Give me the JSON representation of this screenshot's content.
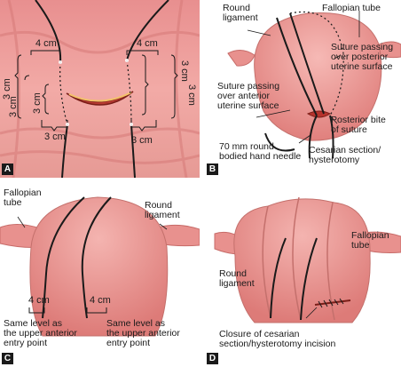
{
  "panels": {
    "a": {
      "badge": "A",
      "dims": {
        "top_left": "4 cm",
        "top_right": "4 cm",
        "left_outer": "3 cm",
        "left_inner_upper": "3 cm",
        "left_inner_lower": "3 cm",
        "right_outer": "3 cm",
        "right_inner_upper": "3 cm",
        "bottom_left": "3 cm",
        "bottom_right": "3 cm"
      }
    },
    "b": {
      "badge": "B",
      "labels": {
        "round_ligament": "Round\nligament",
        "fallopian_tube": "Fallopian tube",
        "suture_posterior": "Suture passing\nover posterior\nuterine surface",
        "suture_anterior": "Suture passing\nover anterior\nuterine surface",
        "posterior_bite": "Posterior bite\nof suture",
        "needle": "70 mm round\nbodied hand needle",
        "cesarean": "Cesarian section/\nhysterotomy"
      }
    },
    "c": {
      "badge": "C",
      "labels": {
        "fallopian_tube": "Fallopian\ntube",
        "round_ligament": "Round\nligament",
        "dim_left": "4 cm",
        "dim_right": "4 cm",
        "same_level_left": "Same level as\nthe upper anterior\nentry point",
        "same_level_right": "Same level as\nthe upper anterior\nentry point"
      }
    },
    "d": {
      "badge": "D",
      "labels": {
        "fallopian_tube": "Fallopian\ntube",
        "round_ligament": "Round\nligament",
        "closure": "Closure of cesarian\nsection/hysterotomy incision"
      }
    }
  }
}
